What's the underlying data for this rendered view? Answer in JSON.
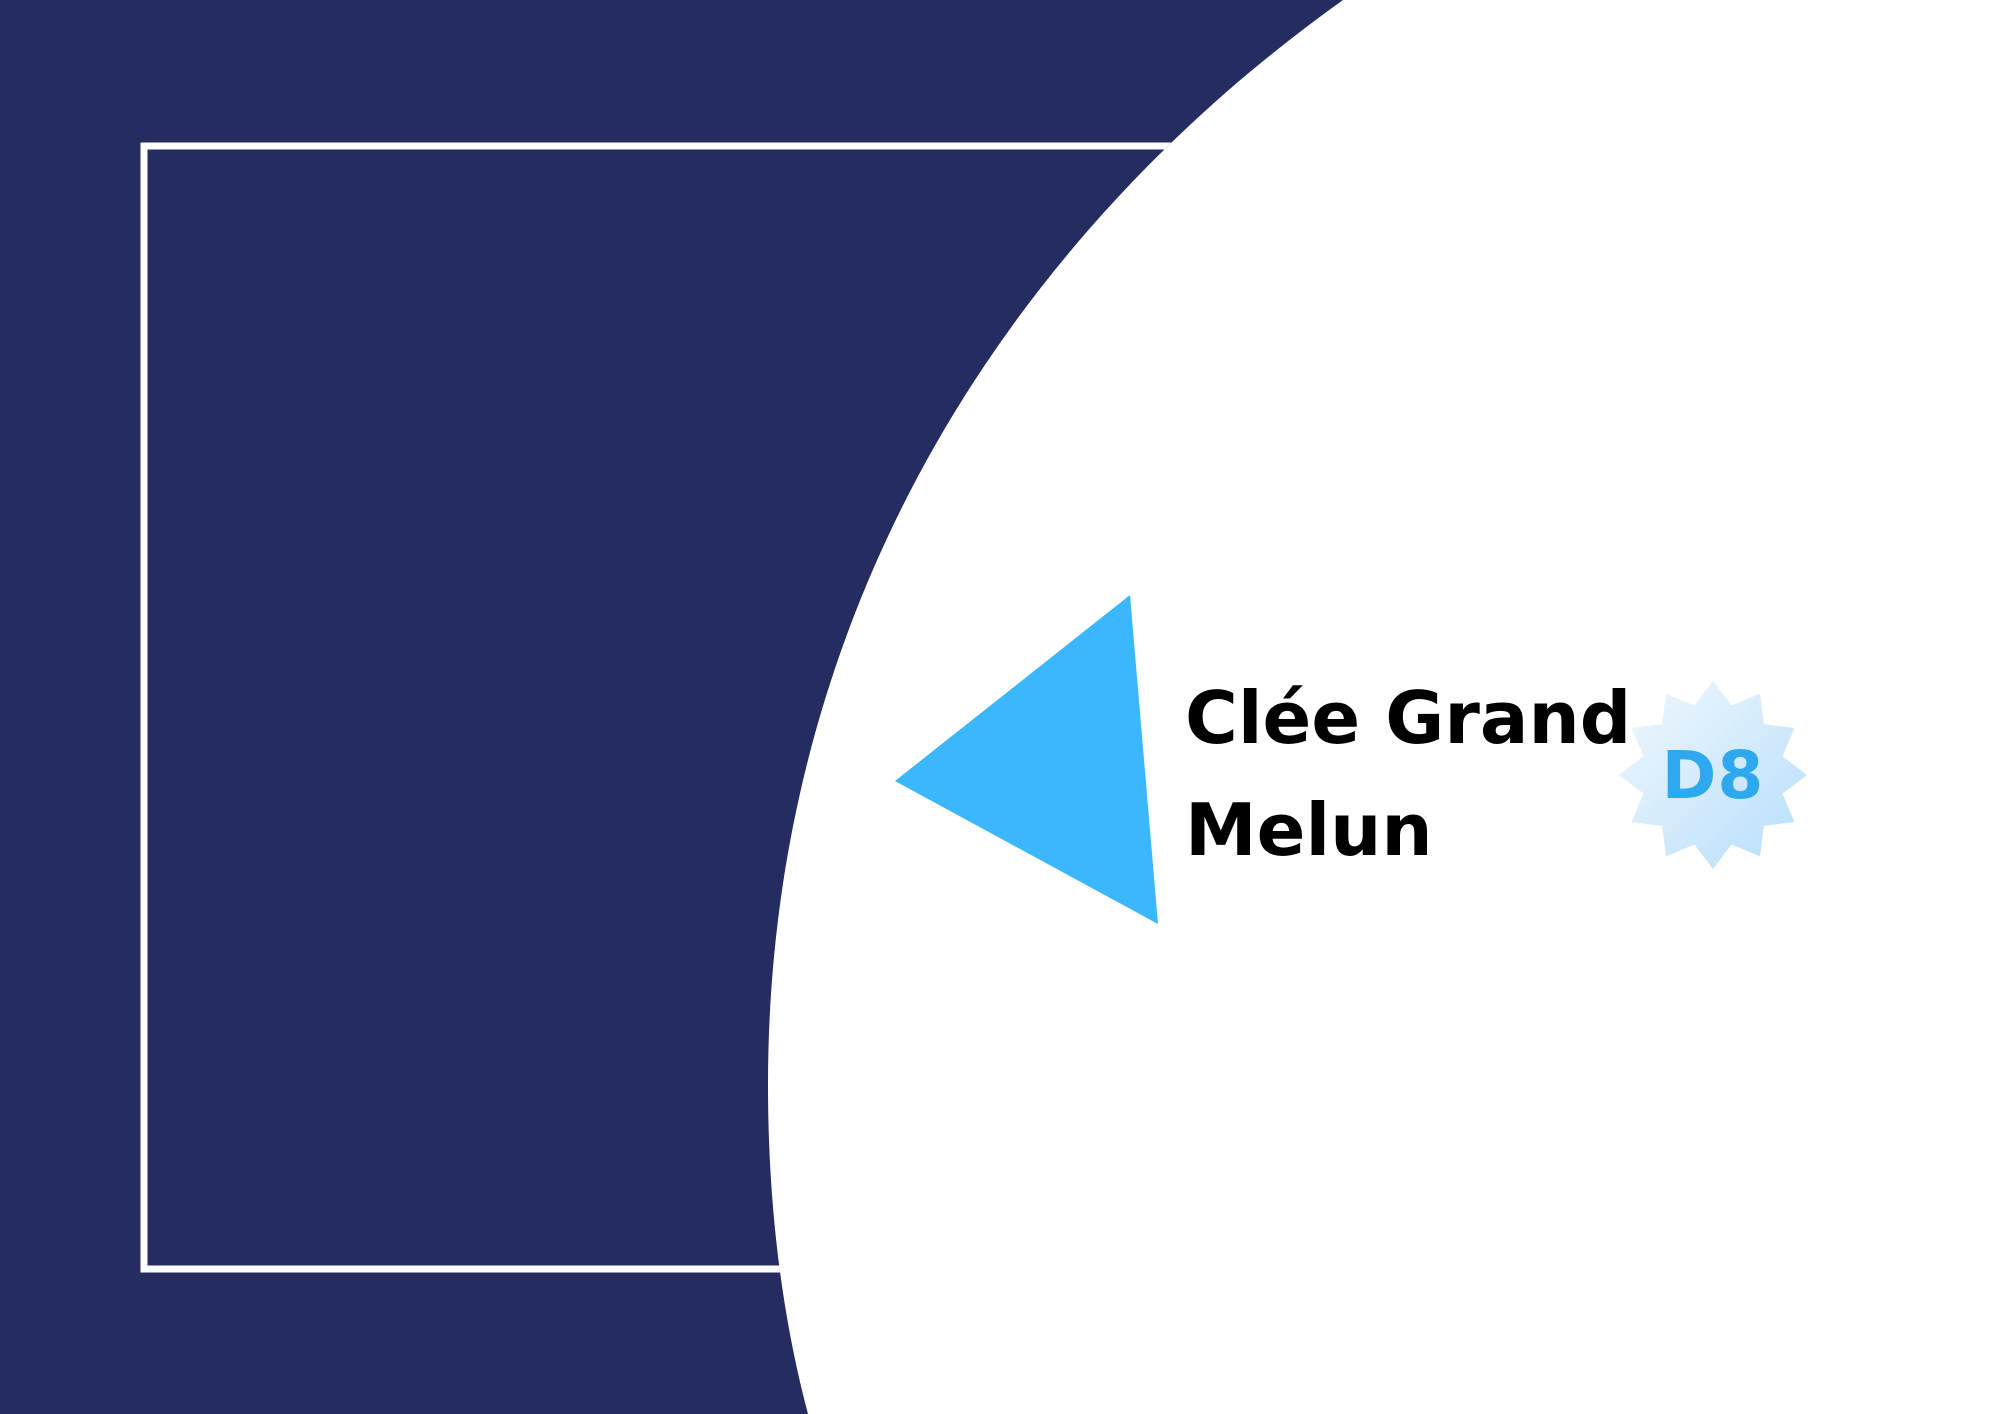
{
  "title": {
    "line1": "Clée Grand",
    "line2": "Melun"
  },
  "badge": {
    "label": "D8",
    "shape": "starburst-icon"
  },
  "colors": {
    "navy": "#252c60",
    "white": "#ffffff",
    "accent_blue": "#3bb7fd",
    "badge_text": "#2ea8ef",
    "badge_fill_light": "#f2f8fe",
    "badge_fill_dark": "#b5defa",
    "title_text": "#000000"
  }
}
